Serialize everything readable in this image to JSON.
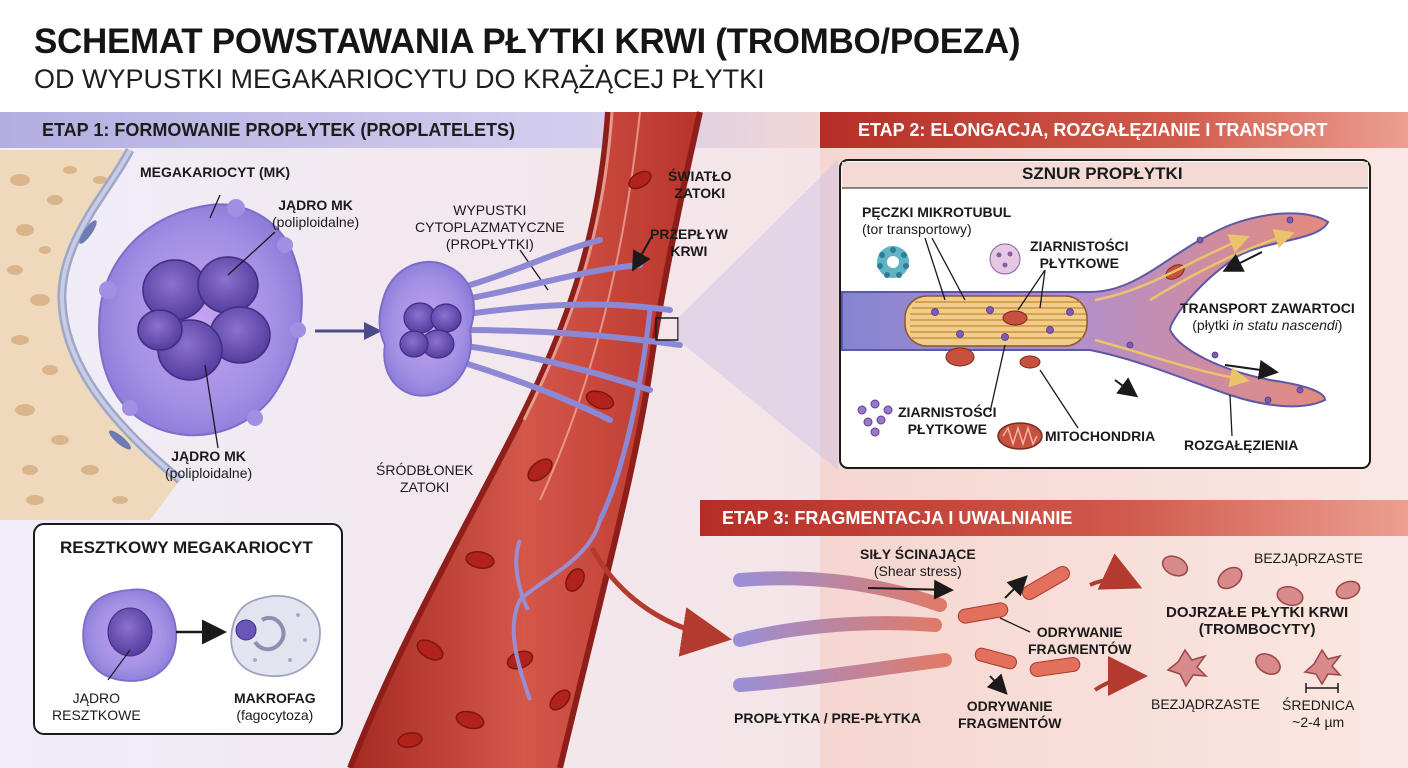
{
  "title": "SCHEMAT POWSTAWANIA PŁYTKI KRWI (TROMBO/POEZA)",
  "subtitle": "OD WYPUSTKI MEGAKARIOCYTU DO KRĄŻĄCEJ PŁYTKI",
  "colors": {
    "stage1_band": "#c9c3ea",
    "stage2_band": "#c9473a",
    "stage3_band": "#c9473a",
    "megakaryocyte": "#9b8fe0",
    "nucleus": "#6a55b8",
    "vessel": "#c0392b",
    "proplatelet": "#8f8ad6",
    "platelet": "#d98a8a",
    "bone": "#d9b58a"
  },
  "stage1": {
    "heading": "ETAP 1: FORMOWANIE PROPŁYTEK (PROPLATELETS)",
    "megakaryocyte": "MEGAKARIOCYT (MK)",
    "nucleus_top": {
      "name": "JĄDRO MK",
      "detail": "(poliploidalne)"
    },
    "nucleus_bottom": {
      "name": "JĄDRO MK",
      "detail": "(poliploidalne)"
    },
    "extensions": {
      "line1": "WYPUSTKI",
      "line2": "CYTOPLAZMATYCZNE",
      "line3": "(PROPŁYTKI)"
    },
    "lumen": {
      "line1": "ŚWIATŁO",
      "line2": "ZATOKI"
    },
    "blood_flow": {
      "line1": "PRZEPŁYW",
      "line2": "KRWI"
    },
    "endothelium": {
      "line1": "ŚRÓDBŁONEK",
      "line2": "ZATOKI"
    }
  },
  "residual_box": {
    "title": "RESZTKOWY MEGAKARIOCYT",
    "nucleus": {
      "line1": "JĄDRO",
      "line2": "RESZTKOWE"
    },
    "macrophage": {
      "name": "MAKROFAG",
      "detail": "(fagocytoza)"
    }
  },
  "stage2": {
    "heading": "ETAP 2: ELONGACJA, ROZGAŁĘZIANIE I TRANSPORT",
    "box_title": "SZNUR PROPŁYTKI",
    "microtubules": {
      "name": "PĘCZKI MIKROTUBUL",
      "detail": "(tor transportowy)"
    },
    "granules_top": {
      "line1": "ZIARNISTOŚCI",
      "line2": "PŁYTKOWE"
    },
    "granules_bottom": {
      "line1": "ZIARNISTOŚCI",
      "line2": "PŁYTKOWE"
    },
    "mitochondria": "MITOCHONDRIA",
    "transport": {
      "name": "TRANSPORT ZAWARTOCI",
      "detail_prefix": "(płytki ",
      "detail_italic": "in statu nascendi",
      "detail_suffix": ")"
    },
    "branches": "ROZGAŁĘZIENIA"
  },
  "stage3": {
    "heading": "ETAP 3: FRAGMENTACJA I UWALNIANIE",
    "shear": {
      "name": "SIŁY ŚCINAJĄCE",
      "detail": "(Shear stress)"
    },
    "detach_1": {
      "line1": "ODRYWANIE",
      "line2": "FRAGMENTÓW"
    },
    "detach_2": {
      "line1": "ODRYWANIE",
      "line2": "FRAGMENTÓW"
    },
    "proplatelet": "PROPŁYTKA / PRE-PŁYTKA",
    "anucleate_top": "BEZJĄDRZASTE",
    "mature": {
      "line1": "DOJRZAŁE PŁYTKI KRWI",
      "line2": "(TROMBOCYTY)"
    },
    "anucleate_bottom": "BEZJĄDRZASTE",
    "diameter": {
      "line1": "ŚREDNICA",
      "line2": "~2-4 µm"
    }
  }
}
